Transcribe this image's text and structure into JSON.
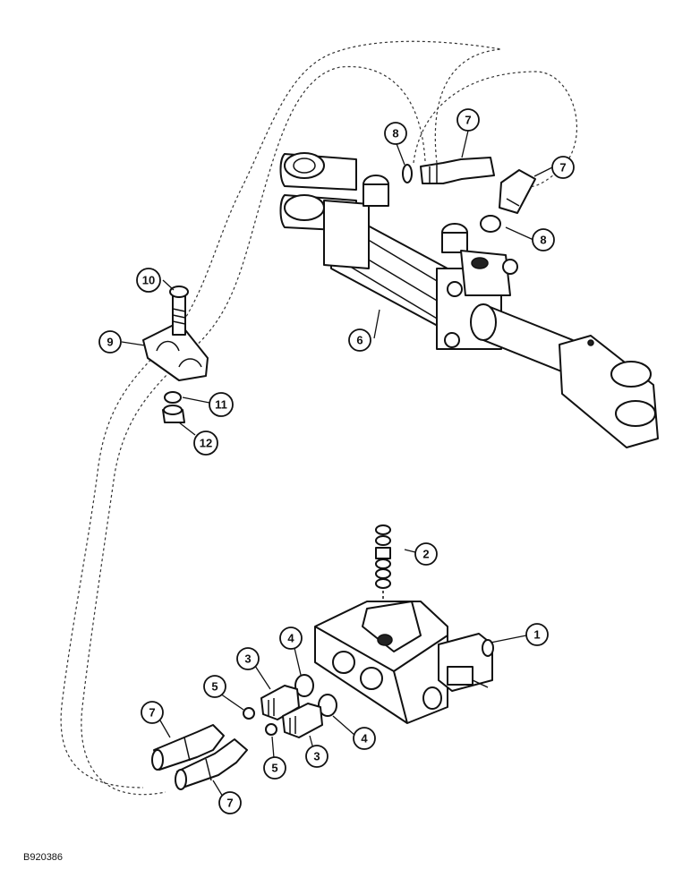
{
  "figure": {
    "id_label": "B920386"
  },
  "callouts": [
    {
      "label": "1"
    },
    {
      "label": "2"
    },
    {
      "label": "3"
    },
    {
      "label": "3"
    },
    {
      "label": "4"
    },
    {
      "label": "4"
    },
    {
      "label": "5"
    },
    {
      "label": "5"
    },
    {
      "label": "6"
    },
    {
      "label": "7"
    },
    {
      "label": "7"
    },
    {
      "label": "7"
    },
    {
      "label": "7"
    },
    {
      "label": "8"
    },
    {
      "label": "8"
    },
    {
      "label": "9"
    },
    {
      "label": "10"
    },
    {
      "label": "11"
    },
    {
      "label": "12"
    }
  ]
}
